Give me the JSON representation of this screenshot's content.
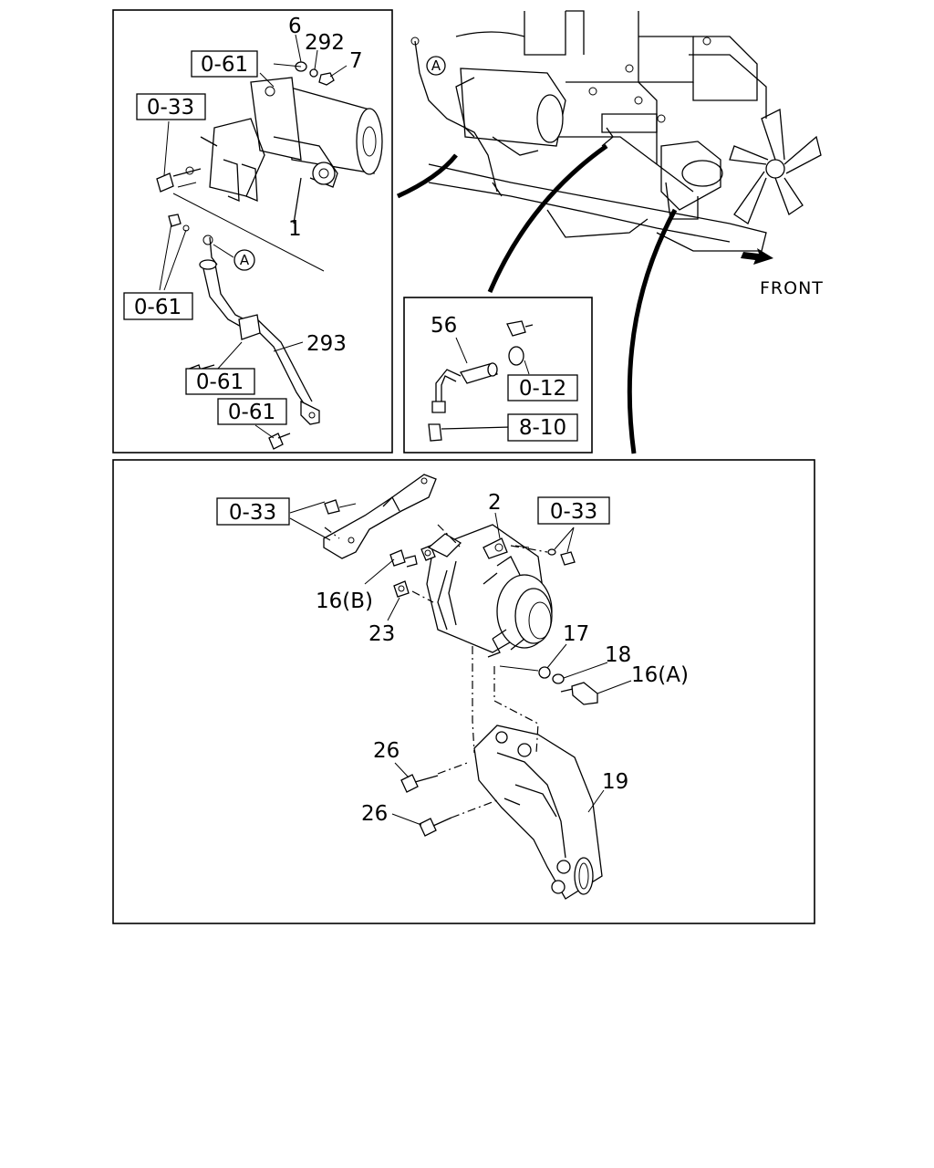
{
  "part_numbers": {
    "p6": "6",
    "p292": "292",
    "p7": "7",
    "p1": "1",
    "p293": "293",
    "p56": "56",
    "p2": "2",
    "p16b": "16(B)",
    "p23": "23",
    "p17": "17",
    "p18": "18",
    "p16a": "16(A)",
    "p26a": "26",
    "p26b": "26",
    "p19": "19"
  },
  "reference_labels": {
    "r061_top": "0-61",
    "r033_top": "0-33",
    "r061_left": "0-61",
    "r061_mid": "0-61",
    "r061_bottom": "0-61",
    "r012": "0-12",
    "r810": "8-10",
    "r033_bl": "0-33",
    "r033_br": "0-33"
  },
  "callouts": {
    "a_starter": "A",
    "a_engine": "A"
  },
  "direction": {
    "front": "FRONT"
  }
}
